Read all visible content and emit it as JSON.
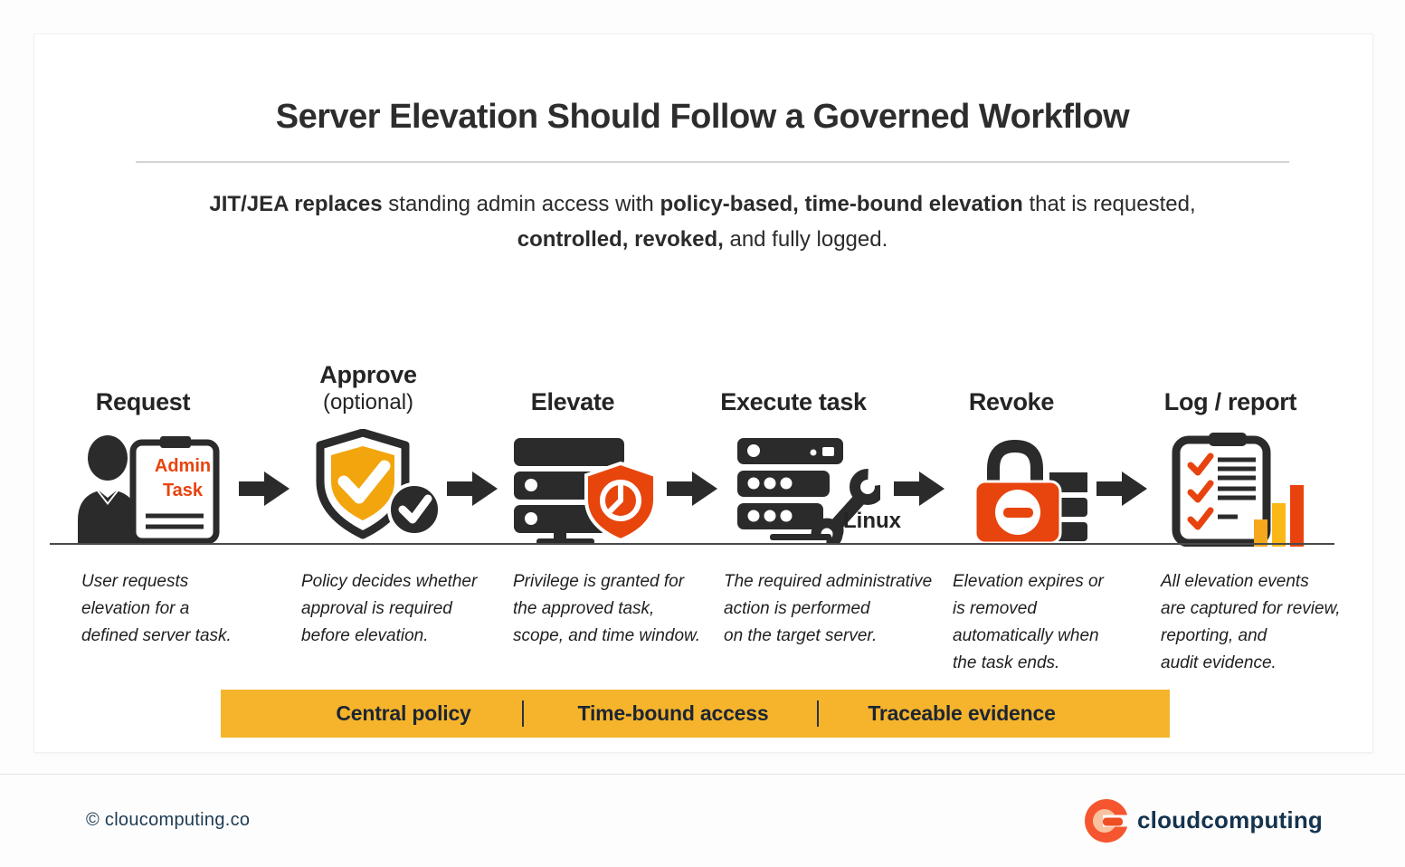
{
  "title": "Server Elevation Should Follow a Governed Workflow",
  "subtitle": {
    "line1": [
      {
        "t": "JIT/JEA replaces"
      },
      {
        "t": " standing admin access with "
      },
      {
        "t": "policy-based, time-bound elevation"
      },
      {
        "t": " that is requested,"
      }
    ],
    "line2": [
      {
        "t": "controlled,"
      },
      {
        "t": " revoked,"
      },
      {
        "t": " and fully logged."
      }
    ]
  },
  "steps": [
    {
      "label": "Request",
      "icon": "user-admin-task-clipboard-icon",
      "clipboard_text": "Admin Task",
      "desc_lines": [
        "User requests",
        "elevation for a",
        "defined server task."
      ]
    },
    {
      "label": "Approve",
      "sublabel": "(optional)",
      "icon": "shield-check-icon",
      "desc_lines": [
        "Policy decides whether",
        "approval is required",
        "before elevation."
      ]
    },
    {
      "label": "Elevate",
      "icon": "server-shield-clock-icon",
      "desc_lines": [
        "Privilege is granted for",
        "the approved task,",
        "scope, and time window."
      ]
    },
    {
      "label": "Execute task",
      "icon": "server-wrench-icon",
      "icon_caption": "Linux",
      "desc_lines": [
        "The required administrative",
        "action is performed",
        "on the target server."
      ]
    },
    {
      "label": "Revoke",
      "icon": "lock-storage-icon",
      "desc_lines": [
        "Elevation expires or",
        "is removed",
        "automatically when",
        "the task ends."
      ]
    },
    {
      "label": "Log / report",
      "icon": "clipboard-checklist-chart-icon",
      "desc_lines": [
        "All elevation events",
        "are captured for review,",
        "reporting, and",
        "audit evidence."
      ]
    }
  ],
  "banner": {
    "items": [
      "Central policy",
      "Time-bound access",
      "Traceable evidence"
    ],
    "background": "#f5b42c"
  },
  "footer": {
    "copyright": "© cloucomputing.co",
    "brand": "cloudcomputing"
  },
  "colors": {
    "dark_icon": "#2b2b2b",
    "orange_red": "#e8430e",
    "amber": "#f2a50c",
    "banner_yellow": "#f5b42c",
    "navy_text": "#14334e",
    "logo_orange": "#f5562f"
  }
}
